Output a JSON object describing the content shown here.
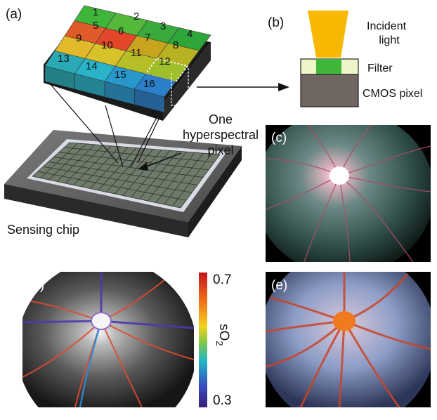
{
  "panel_labels": {
    "a": "(a)",
    "b": "(b)",
    "c": "(c)",
    "d": "(d)",
    "e": "(e)"
  },
  "filter_numbers": [
    "1",
    "2",
    "3",
    "4",
    "5",
    "6",
    "7",
    "8",
    "9",
    "10",
    "11",
    "12",
    "13",
    "14",
    "15",
    "16"
  ],
  "annotations": {
    "pixel_line1": "One",
    "pixel_line2": "hyperspectral",
    "pixel_line3": "pixel",
    "sensing_chip": "Sensing chip",
    "incident_line1": "Incident",
    "incident_line2": "light",
    "filter": "Filter",
    "cmos": "CMOS pixel"
  },
  "colorbar": {
    "label_main": "sO",
    "label_sub": "2",
    "max": "0.7",
    "min": "0.3"
  },
  "colors": {
    "incident_light": "#f6b800",
    "filter": "#3fb53a",
    "filter_base": "#eef5c8",
    "cmos": "#6f6661"
  }
}
